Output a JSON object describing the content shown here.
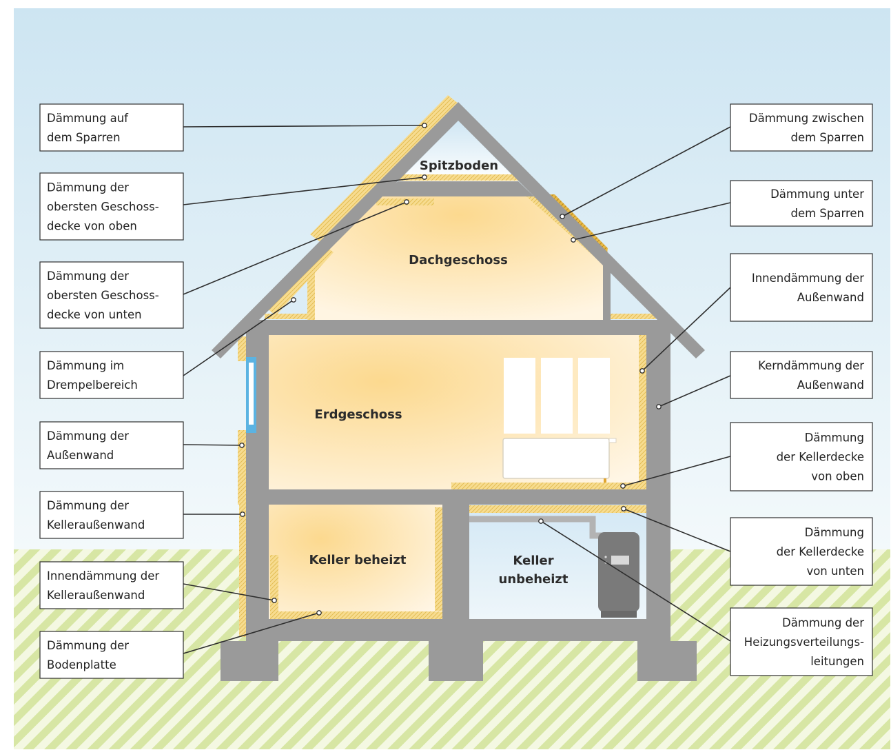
{
  "rooms": {
    "spitzboden": "Spitzboden",
    "dachgeschoss": "Dachgeschoss",
    "erdgeschoss": "Erdgeschoss",
    "keller_beheizt": "Keller beheizt",
    "keller_unbeheizt_1": "Keller",
    "keller_unbeheizt_2": "unbeheizt"
  },
  "labels_left": [
    {
      "id": "auf-sparren",
      "lines": [
        "Dämmung auf",
        "dem Sparren"
      ]
    },
    {
      "id": "geschossdecke-oben",
      "lines": [
        "Dämmung der",
        "obersten Geschoss-",
        "decke von oben"
      ]
    },
    {
      "id": "geschossdecke-unten",
      "lines": [
        "Dämmung der",
        "obersten Geschoss-",
        "decke von unten"
      ]
    },
    {
      "id": "drempel",
      "lines": [
        "Dämmung im",
        "Drempelbereich"
      ]
    },
    {
      "id": "aussenwand",
      "lines": [
        "Dämmung der",
        "Außenwand"
      ]
    },
    {
      "id": "kelleraussenwand",
      "lines": [
        "Dämmung der",
        "Kelleraußenwand"
      ]
    },
    {
      "id": "innen-kelleraussenwand",
      "lines": [
        "Innendämmung der",
        "Kelleraußenwand"
      ]
    },
    {
      "id": "bodenplatte",
      "lines": [
        "Dämmung der",
        "Bodenplatte"
      ]
    }
  ],
  "labels_right": [
    {
      "id": "zwischen-sparren",
      "lines": [
        "Dämmung zwischen",
        "dem Sparren"
      ]
    },
    {
      "id": "unter-sparren",
      "lines": [
        "Dämmung unter",
        "dem Sparren"
      ]
    },
    {
      "id": "innen-aussenwand",
      "lines": [
        "Innendämmung der",
        "Außenwand"
      ]
    },
    {
      "id": "kern-aussenwand",
      "lines": [
        "Kerndämmung der",
        "Außenwand"
      ]
    },
    {
      "id": "kellerdecke-oben",
      "lines": [
        "Dämmung",
        "der Kellerdecke",
        "von oben"
      ]
    },
    {
      "id": "kellerdecke-unten",
      "lines": [
        "Dämmung",
        "der Kellerdecke",
        "von unten"
      ]
    },
    {
      "id": "heizungsleitungen",
      "lines": [
        "Dämmung der",
        "Heizungsverteilungs-",
        "leitungen"
      ]
    }
  ],
  "colors": {
    "sky_top": "#cfe6f3",
    "sky_bottom": "#f1f8fb",
    "ground_stripe": "#d6e5a2",
    "wall": "#9b9b9b",
    "insulation": "#f6d98a",
    "room_warm": "#fde7b5",
    "room_cold": "#dcecf6"
  }
}
